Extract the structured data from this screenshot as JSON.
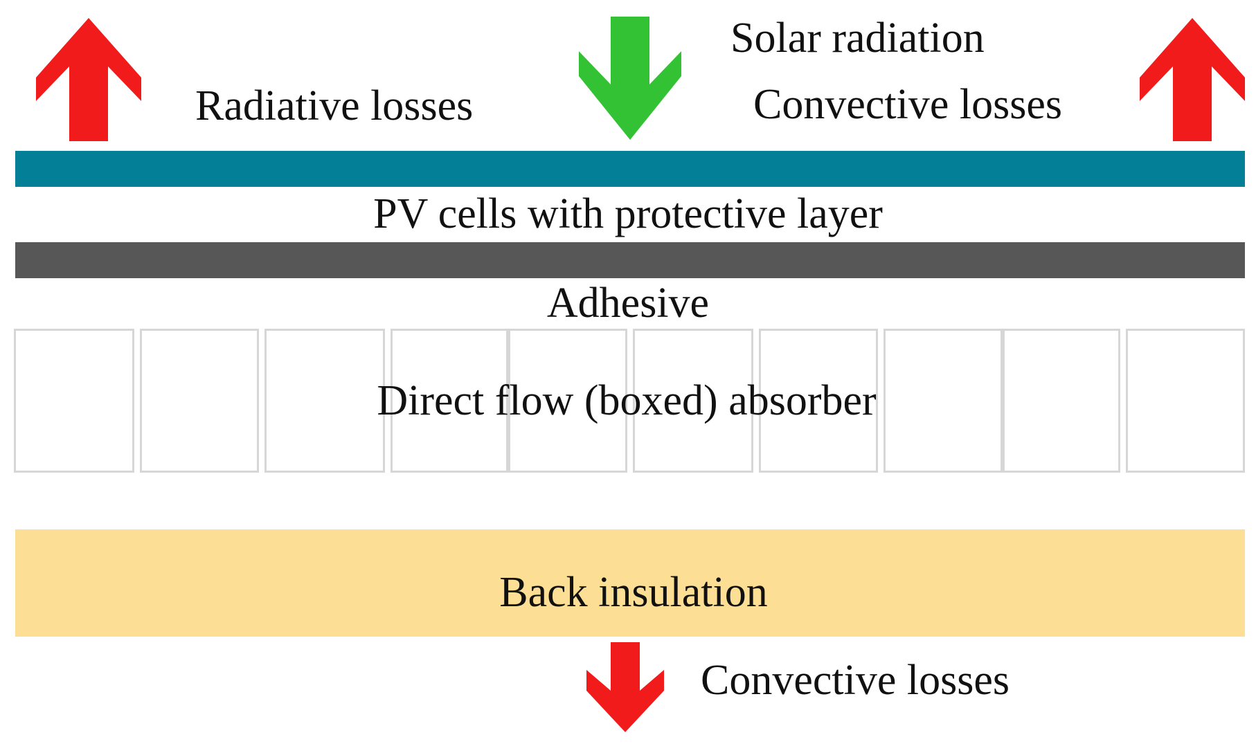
{
  "labels": {
    "solar_radiation": "Solar radiation",
    "radiative_losses": "Radiative losses",
    "convective_losses_top": "Convective losses",
    "pv_layer": "PV cells with protective layer",
    "adhesive": "Adhesive",
    "absorber": "Direct flow (boxed) absorber",
    "back_insulation": "Back insulation",
    "convective_losses_bottom": "Convective losses"
  },
  "colors": {
    "loss_arrow": "#f21b1b",
    "solar_arrow": "#33c233",
    "pv_layer": "#047f98",
    "adhesive": "#575757",
    "absorber_border": "#d6d6d6",
    "back_insulation": "#fcdf95"
  },
  "icons": {
    "top_left": "arrow-up-icon",
    "solar": "arrow-down-icon",
    "top_right": "arrow-up-icon",
    "bottom": "arrow-down-icon"
  }
}
